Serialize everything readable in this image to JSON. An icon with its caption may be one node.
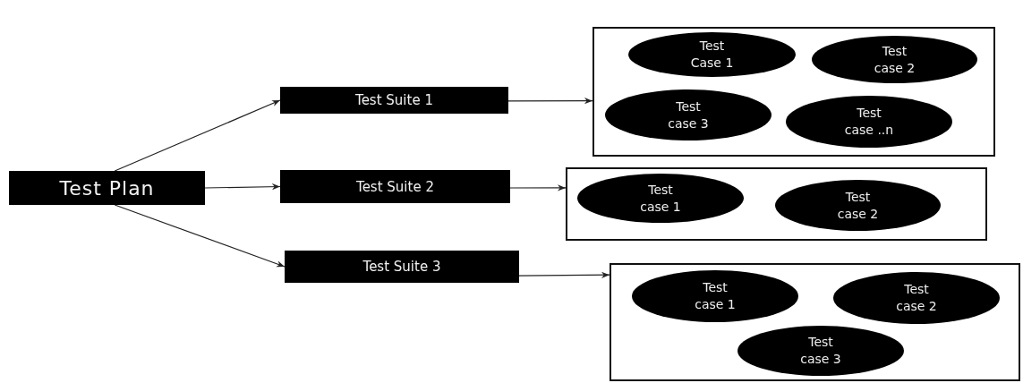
{
  "diagram": {
    "nodes": [
      {
        "text": [
          "Test Plan"
        ]
      },
      {
        "text": [
          "Test Suite 1"
        ]
      },
      {
        "text": [
          "Test Suite 2"
        ]
      },
      {
        "text": [
          "Test Suite 3"
        ]
      },
      {
        "text": [],
        "shape": "box"
      },
      {
        "text": [
          "Test Case 1"
        ],
        "in": 4
      },
      {
        "text": [
          "Test case 2"
        ],
        "in": 4
      },
      {
        "text": [
          "Test case 3"
        ],
        "in": 4
      },
      {
        "text": [
          "Test case ..n"
        ],
        "in": 4
      },
      {
        "text": [],
        "shape": "box"
      },
      {
        "text": [
          "Test case 1"
        ],
        "in": 9
      },
      {
        "text": [
          "Test case 2"
        ],
        "in": 9
      },
      {
        "text": [],
        "shape": "box"
      },
      {
        "text": [
          "Test case 1"
        ],
        "in": 12
      },
      {
        "text": [
          "Test case 2"
        ],
        "in": 12
      },
      {
        "text": [
          "Test case 3"
        ],
        "in": 12
      }
    ],
    "edges": [
      {
        "from": 0,
        "to": 1,
        "arrow": "to"
      },
      {
        "from": 0,
        "to": 2,
        "arrow": "to"
      },
      {
        "from": 0,
        "to": 3,
        "arrow": "to"
      },
      {
        "from": 1,
        "to": 4,
        "arrow": "to"
      },
      {
        "from": 2,
        "to": 9,
        "arrow": "to"
      },
      {
        "from": 3,
        "to": 12,
        "arrow": "to"
      }
    ]
  }
}
